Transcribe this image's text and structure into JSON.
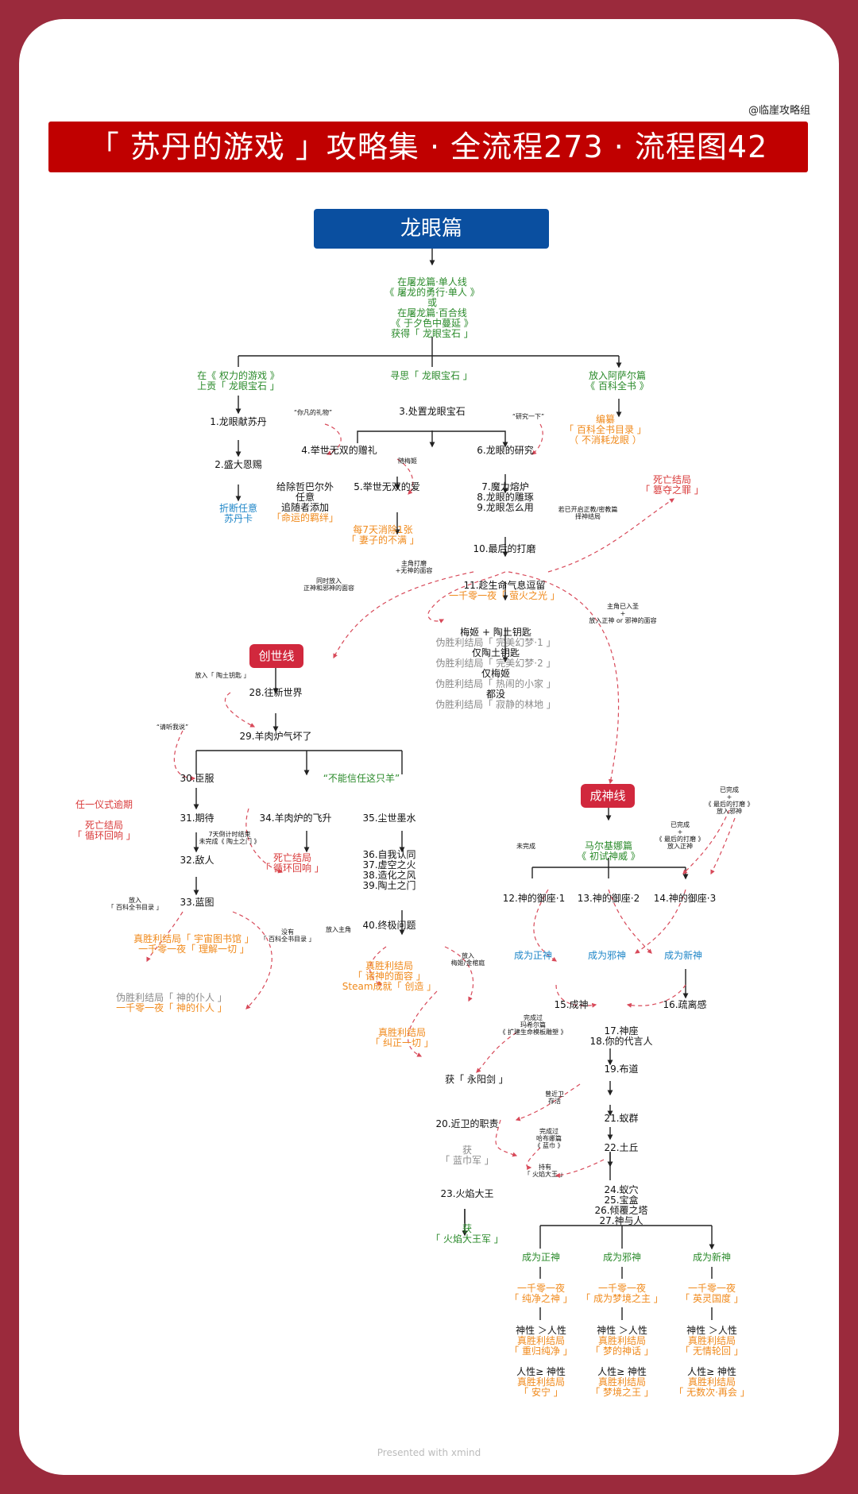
{
  "credit": "@临崖攻略组",
  "title": "「 苏丹的游戏 」攻略集 · 全流程273 · 流程图42",
  "watermark": "Presented with xmind",
  "sections": {
    "longyan": "龙眼篇",
    "chuangshi": "创世线",
    "chengshen": "成神线"
  },
  "n": {
    "prereq": "在屠龙篇·单人线\n《 屠龙的勇行·单人 》\n或\n在屠龙篇·百合线\n《 于夕色中蔓延 》\n获得「 龙眼宝石 」",
    "left_root": "在《 权力的游戏 》\n上贡「 龙眼宝石 」",
    "mid_root": "寻思「 龙眼宝石 」",
    "right_root": "放入阿萨尔篇\n《 百科全书 》",
    "n1": "1.龙眼献苏丹",
    "n2": "2.盛大恩赐",
    "zhe": "折断任意\n苏丹卡",
    "q_fanfan": "“你凡的礼物”",
    "q_yanjiu": "“研究一下”",
    "n3": "3.处置龙眼宝石",
    "n4": "4.举世无双的赠礼",
    "n6": "6.龙眼的研究",
    "suimeiji": "随梅姬",
    "gei": "给除哲巴尔外\n任意\n追随者添加",
    "gei_tag": "「命运的羁绊」",
    "n5": "5.举世无双的爱",
    "mei7": "每7天消除1张\n「 妻子的不满 」",
    "bianzuan": "编纂\n「 百科全书目录 」\n（ 不消耗龙眼 ）",
    "n789": "7.魔力熔炉\n8.龙眼的雕琢\n9.龙眼怎么用",
    "death_top": "死亡结局\n「 篡夺之罪 」",
    "yikai": "若已开启正教/密教篇\n择神结局",
    "n10": "10.最后的打磨",
    "tongshi": "同时放入\n正神和邪神的面容",
    "zhujiao_fang": "主角打磨\n+无神的面容",
    "n11": "11.趁生命气息逗留",
    "n11_tag": "一千零一夜「 萤火之光 」",
    "zhujiao_yi": "主角已入圣\n+\n放入正神 or 邪神的面容",
    "mei_tao": "梅姬 + 陶土钥匙",
    "wei1": "伪胜利结局「 完美幻梦·1 」",
    "jin_tao": "仅陶土钥匙",
    "wei2": "伪胜利结局「 完美幻梦·2 」",
    "jin_mei": "仅梅姬",
    "wei3": "伪胜利结局「 热闹的小家 」",
    "dou": "都没",
    "wei4": "伪胜利结局「 寂静的林地 」",
    "fang_tao": "放入「 陶土钥匙 」",
    "n28": "28.往新世界",
    "qingting": "“请听我说”",
    "n29": "29.羊肉炉气坏了",
    "n30": "30.臣服",
    "bu_xin": "“不能信任这只羊”",
    "ren_yi": "任一仪式逾期",
    "ren_death": "死亡结局\n「 循环回响 」",
    "n31": "31.期待",
    "n34": "34.羊肉炉的飞升",
    "n35": "35.尘世墨水",
    "tian7": "7天倒计时结束\n未完成《 陶土之门 》",
    "n34_death": "死亡结局\n「 循环回响 」",
    "n32": "32.敌人",
    "n3639": "36.自我认同\n37.虚空之火\n38.造化之风\n39.陶土之门",
    "fang_bai": "放入\n「 百科全书目录 」",
    "n33": "33.蓝图",
    "meiyou": "没有\n「 百科全书目录 」",
    "n33_win": "真胜利结局「 宇宙图书馆 」\n一千零一夜「 理解一切 」",
    "n33_fake": "伪胜利结局「 神的仆人 」",
    "n33_fake2": "一千零一夜「 神的仆人 」",
    "fang_zhu": "放入主角",
    "n40": "40.终极问题",
    "n40_win": "真胜利结局\n「 诸神的面容 」",
    "n40_steam": "Steam成就「 创造 」",
    "fang_mei": "放入\n梅姬/金棺庭",
    "n40_win2": "真胜利结局\n「 纠正一切 」",
    "yiwan1": "已完成\n+\n《 最后的打磨 》\n放入邪神",
    "yiwan2": "已完成\n+\n《 最后的打磨 》\n放入正神",
    "weiwan": "未完成",
    "maer": "马尔基娜篇\n《 初试神威 》",
    "n12": "12.神的御座·1",
    "n13": "13.神的御座·2",
    "n14": "14.神的御座·3",
    "cw_zheng": "成为正神",
    "cw_xie": "成为邪神",
    "cw_xin": "成为新神",
    "n15": "15.成神",
    "n16": "16.疏离感",
    "wancheng_gu": "完成过\n玛希尔篇\n《 扩建生命模板雕塑 》",
    "n1718": "17.神座\n18.你的代言人",
    "huo_yang": "获「 永阳剑 」",
    "n19": "19.布道",
    "qu_jin": "曾近卫\n存活",
    "n20": "20.近卫的职责",
    "n21": "21.蚁群",
    "wancheng_bu": "完成过\n哈布娜篇\n《 蓝巾 》",
    "huo_lan": "获\n「 蓝巾军 」",
    "n22": "22.土丘",
    "chiyou": "持有\n「 火焰大王 」",
    "n2427": "24.蚁穴\n25.宝盒\n26.倾覆之塔\n27.神与人",
    "n23": "23.火焰大王",
    "huo_huo": "获\n「 火焰大王军 」",
    "f_zheng": "成为正神",
    "f_xie": "成为邪神",
    "f_xin": "成为新神",
    "z1": "一千零一夜\n「 纯净之神 」",
    "x1": "一千零一夜\n「 成为梦境之主 」",
    "y1": "一千零一夜\n「 英灵国度 」",
    "z2a": "神性 ＞人性",
    "z2b": "真胜利结局\n「 重归纯净 」",
    "x2a": "神性 ＞人性",
    "x2b": "真胜利结局\n「 梦的神话 」",
    "y2a": "神性 ＞人性",
    "y2b": "真胜利结局\n「 无情轮回 」",
    "z3a": "人性≥ 神性",
    "z3b": "真胜利结局\n「 安宁 」",
    "x3a": "人性≥ 神性",
    "x3b": "真胜利结局\n「 梦境之王 」",
    "y3a": "人性≥ 神性",
    "y3b": "真胜利结局\n「 无数次·再会 」"
  }
}
